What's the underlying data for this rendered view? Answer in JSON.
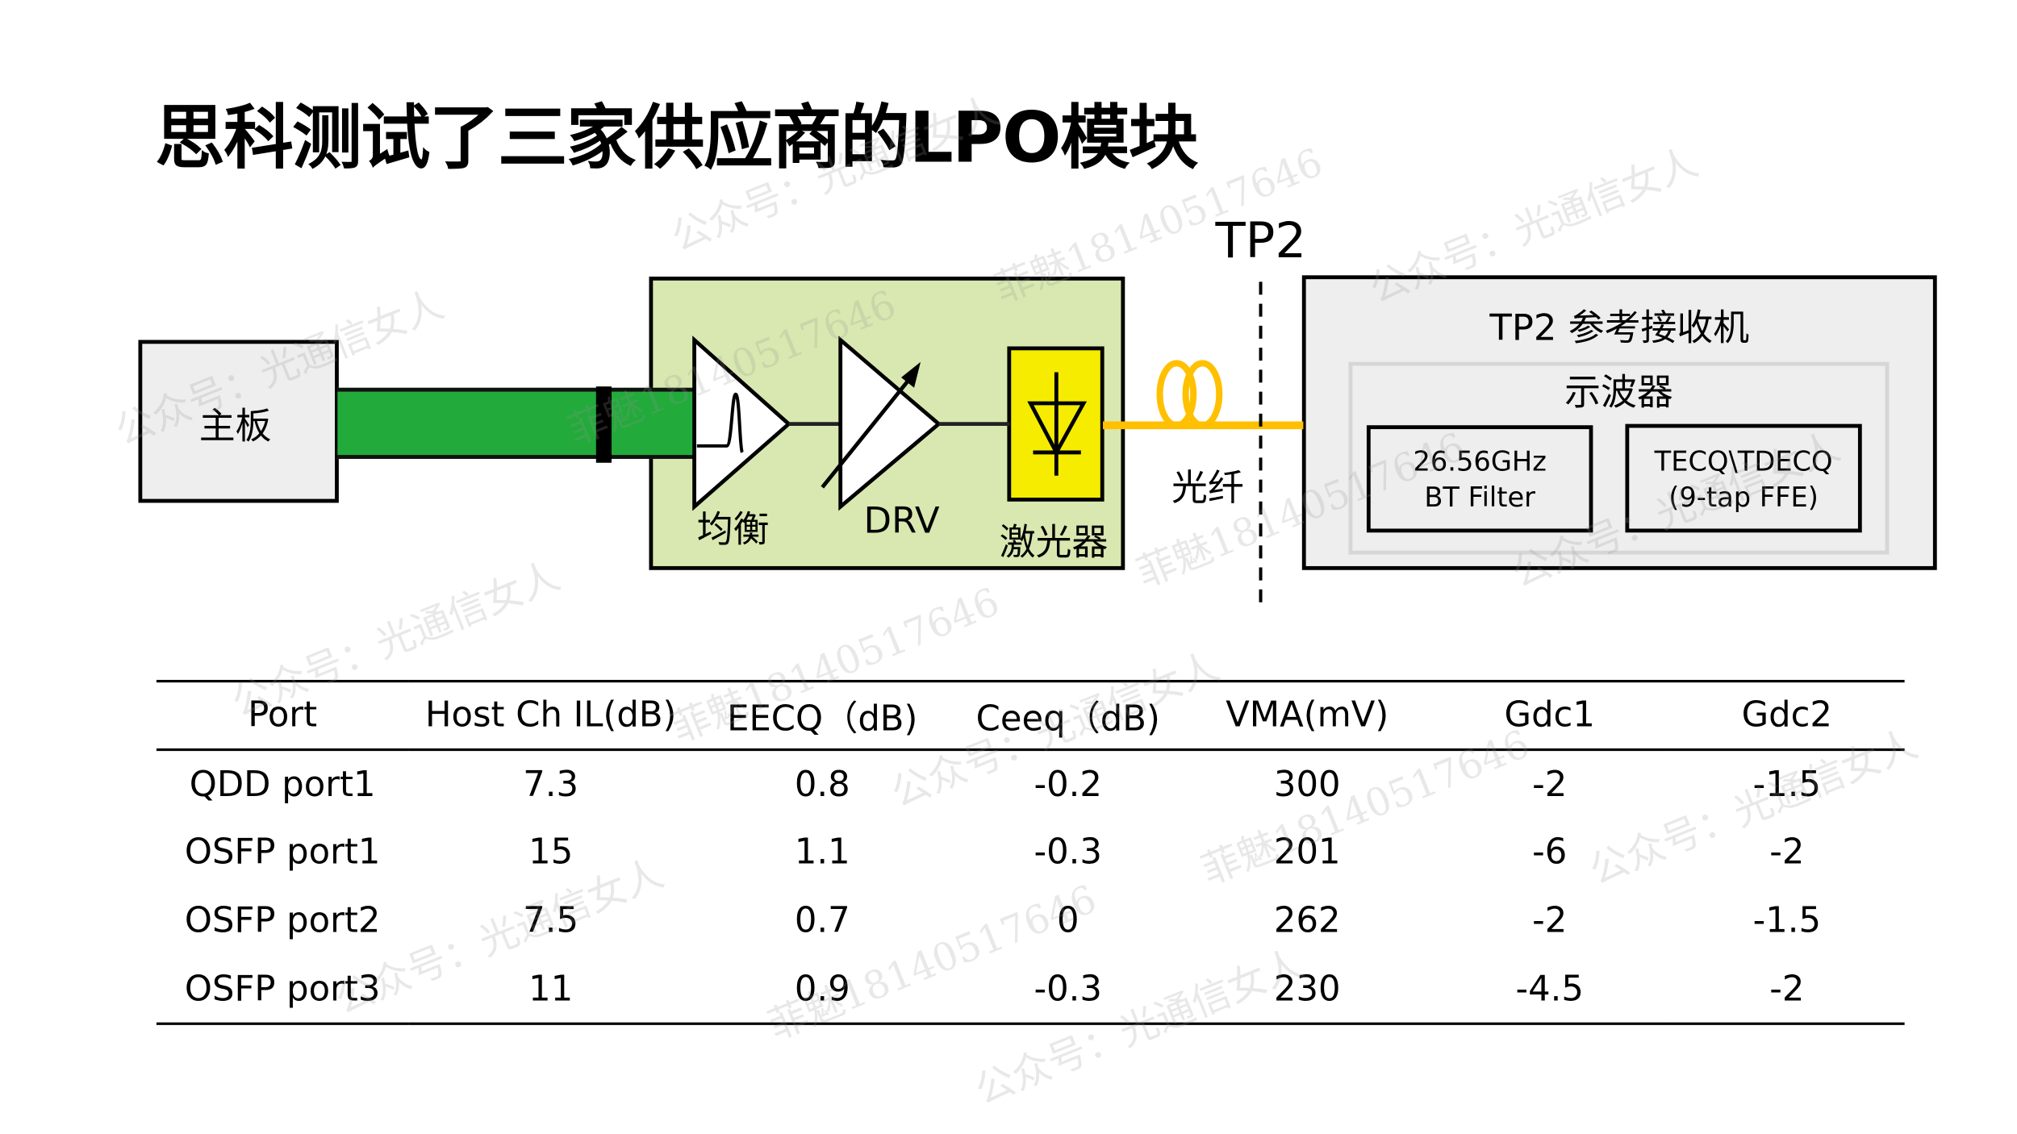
{
  "title": "思科测试了三家供应商的LPO模块",
  "diagram": {
    "host_board": "主板",
    "equalizer": "均衡",
    "driver": "DRV",
    "laser": "激光器",
    "fiber": "光纤",
    "tp2": "TP2",
    "receiver_title": "TP2 参考接收机",
    "oscilloscope": "示波器",
    "filter_line1": "26.56GHz",
    "filter_line2": "BT Filter",
    "tdecq_line1": "TECQ\\TDECQ",
    "tdecq_line2": "(9-tap FFE)",
    "colors": {
      "cable": "#22aa3a",
      "module": "#d8e8b0",
      "laser": "#f5ec00",
      "fiber": "#ffc000",
      "box": "#eeeeee"
    }
  },
  "table": {
    "headers": [
      "Port",
      "Host Ch IL(dB)",
      "EECQ（dB)",
      "Ceeq（dB)",
      "VMA(mV)",
      "Gdc1",
      "Gdc2"
    ],
    "rows": [
      [
        "QDD port1",
        "7.3",
        "0.8",
        "-0.2",
        "300",
        "-2",
        "-1.5"
      ],
      [
        "OSFP port1",
        "15",
        "1.1",
        "-0.3",
        "201",
        "-6",
        "-2"
      ],
      [
        "OSFP port2",
        "7.5",
        "0.7",
        "0",
        "262",
        "-2",
        "-1.5"
      ],
      [
        "OSFP port3",
        "11",
        "0.9",
        "-0.3",
        "230",
        "-4.5",
        "-2"
      ]
    ]
  },
  "watermarks": [
    "公众号：光通信女人",
    "菲魅18140517646"
  ]
}
